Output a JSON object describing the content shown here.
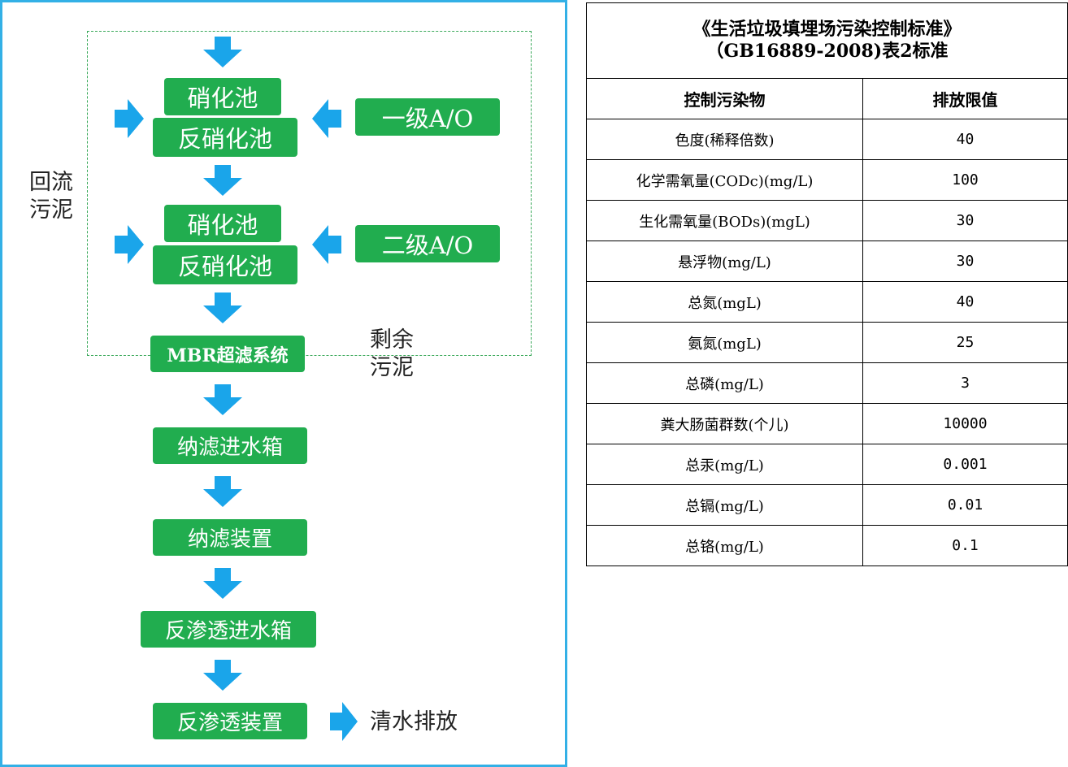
{
  "diagram": {
    "primary_line": {
      "stage1": {
        "nitrification": "硝化池",
        "denitrification": "反硝化池",
        "label": "一级A/O"
      },
      "stage2": {
        "nitrification": "硝化池",
        "denitrification": "反硝化池",
        "label": "二级A/O"
      },
      "mbr": "MBR超滤系统",
      "nf_tank": "纳滤进水箱",
      "nf_unit": "纳滤装置",
      "ro_tank": "反渗透进水箱",
      "ro_unit": "反渗透装置"
    },
    "return_sludge": "回流\n污泥",
    "excess_sludge": "剩余\n污泥",
    "discharge": "清水排放",
    "colors": {
      "box": "#21ad4f",
      "arrow": "#1aa5ea",
      "border": "#33b0e6",
      "dashed": "#3aa95a"
    },
    "icons": [
      "arrow-down-icon",
      "arrow-right-icon",
      "arrow-left-icon"
    ]
  },
  "table": {
    "title_line1": "《生活垃圾填埋场污染控制标准》",
    "title_line2": "（GB16889-2008)表2标准",
    "headers": [
      "控制污染物",
      "排放限值"
    ],
    "rows": [
      [
        "色度(稀释倍数)",
        "40"
      ],
      [
        "化学需氧量(CODc)(mg/L)",
        "100"
      ],
      [
        "生化需氧量(BODs)(mgL)",
        "30"
      ],
      [
        "悬浮物(mg/L)",
        "30"
      ],
      [
        "总氮(mgL)",
        "40"
      ],
      [
        "氨氮(mgL)",
        "25"
      ],
      [
        "总磷(mg/L)",
        "3"
      ],
      [
        "粪大肠菌群数(个儿)",
        "10000"
      ],
      [
        "总汞(mg/L)",
        "0.001"
      ],
      [
        "总镉(mg/L)",
        "0.01"
      ],
      [
        "总铬(mg/L)",
        "0.1"
      ]
    ]
  }
}
